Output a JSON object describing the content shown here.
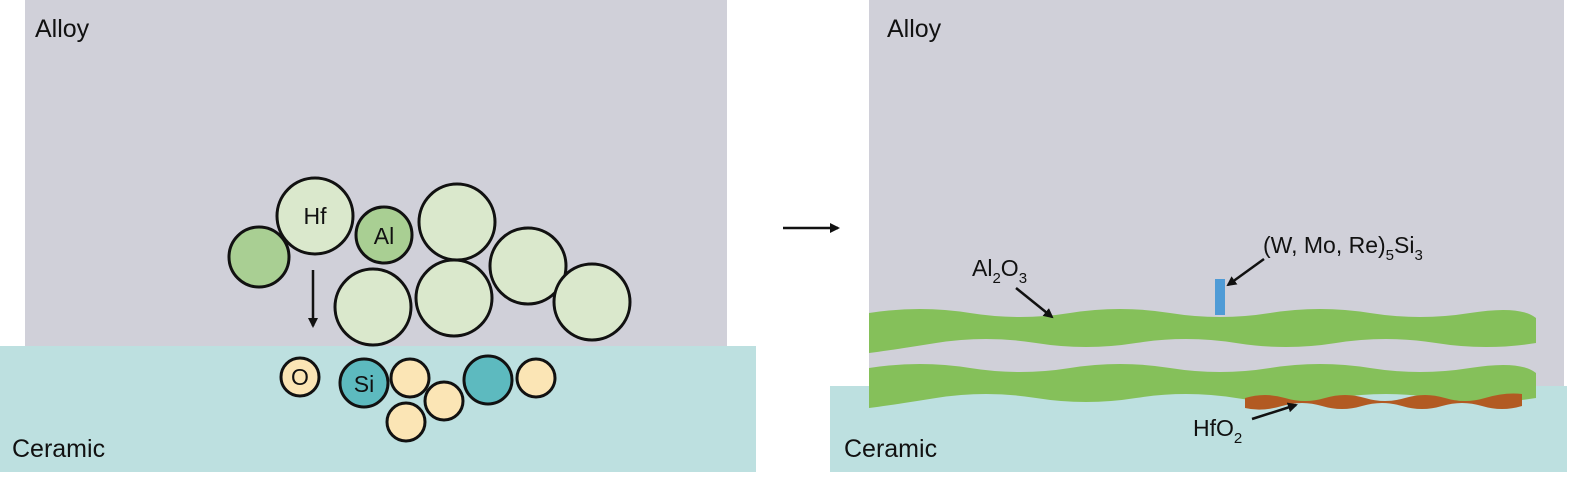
{
  "left_panel": {
    "top_label": "Alloy",
    "bottom_label": "Ceramic",
    "atoms": {
      "hf": "Hf",
      "al": "Al",
      "o": "O",
      "si": "Si"
    }
  },
  "right_panel": {
    "top_label": "Alloy",
    "bottom_label": "Ceramic",
    "al2o3": {
      "a": "Al",
      "s1": "2",
      "b": "O",
      "s2": "3"
    },
    "silicide": {
      "a": "(W, Mo, Re)",
      "s1": "5",
      "b": "Si",
      "s2": "3"
    },
    "hfo2": {
      "a": "HfO",
      "s1": "2"
    }
  },
  "colors": {
    "alloy": "#d0d0d9",
    "ceramic": "#bde0e0",
    "large_atom": "#dae8cc",
    "dark_atom": "#a9cf93",
    "oxygen": "#fbe5b5",
    "silicon": "#5dbabf",
    "al2o3_layer": "#85c05a",
    "hfo2_layer": "#b25a22",
    "silicide_phase": "#4f9bd6"
  }
}
